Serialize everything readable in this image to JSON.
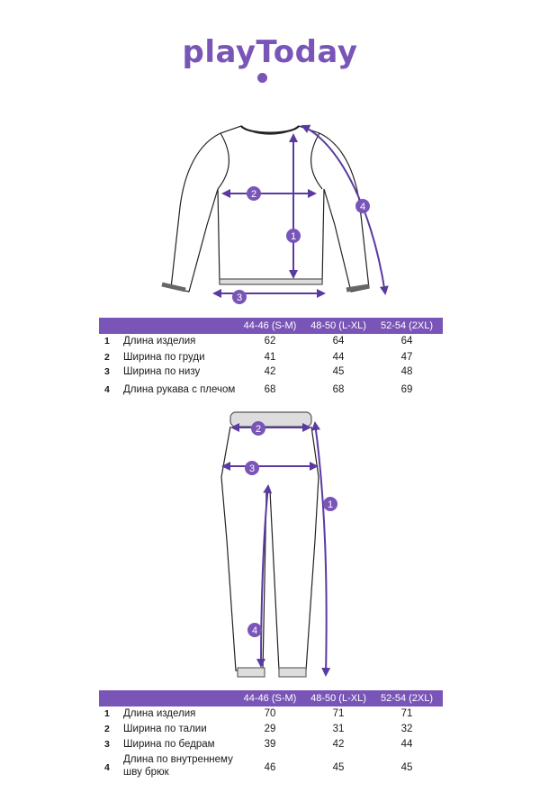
{
  "brand": {
    "name": "playToday",
    "color": "#7a55b8"
  },
  "top_table": {
    "headers": [
      "44-46 (S-M)",
      "48-50 (L-XL)",
      "52-54 (2XL)"
    ],
    "rows": [
      {
        "num": "1",
        "label": "Длина изделия",
        "values": [
          "62",
          "64",
          "64"
        ]
      },
      {
        "num": "2",
        "label": "Ширина по груди",
        "values": [
          "41",
          "44",
          "47"
        ]
      },
      {
        "num": "3",
        "label": "Ширина по низу",
        "values": [
          "42",
          "45",
          "48"
        ]
      },
      {
        "num": "4",
        "label": "Длина рукава с плечом",
        "values": [
          "68",
          "68",
          "69"
        ]
      }
    ]
  },
  "bottom_table": {
    "headers": [
      "44-46 (S-M)",
      "48-50 (L-XL)",
      "52-54 (2XL)"
    ],
    "rows": [
      {
        "num": "1",
        "label": "Длина изделия",
        "values": [
          "70",
          "71",
          "71"
        ]
      },
      {
        "num": "2",
        "label": "Ширина по талии",
        "values": [
          "29",
          "31",
          "32"
        ]
      },
      {
        "num": "3",
        "label": "Ширина по бедрам",
        "values": [
          "39",
          "42",
          "44"
        ]
      },
      {
        "num": "4",
        "label_line1": "Длина по внутреннему",
        "label_line2": "шву брюк",
        "values": [
          "46",
          "45",
          "45"
        ]
      }
    ]
  },
  "shirt_markers": [
    "1",
    "2",
    "3",
    "4"
  ],
  "pants_markers": [
    "1",
    "2",
    "3",
    "4"
  ]
}
